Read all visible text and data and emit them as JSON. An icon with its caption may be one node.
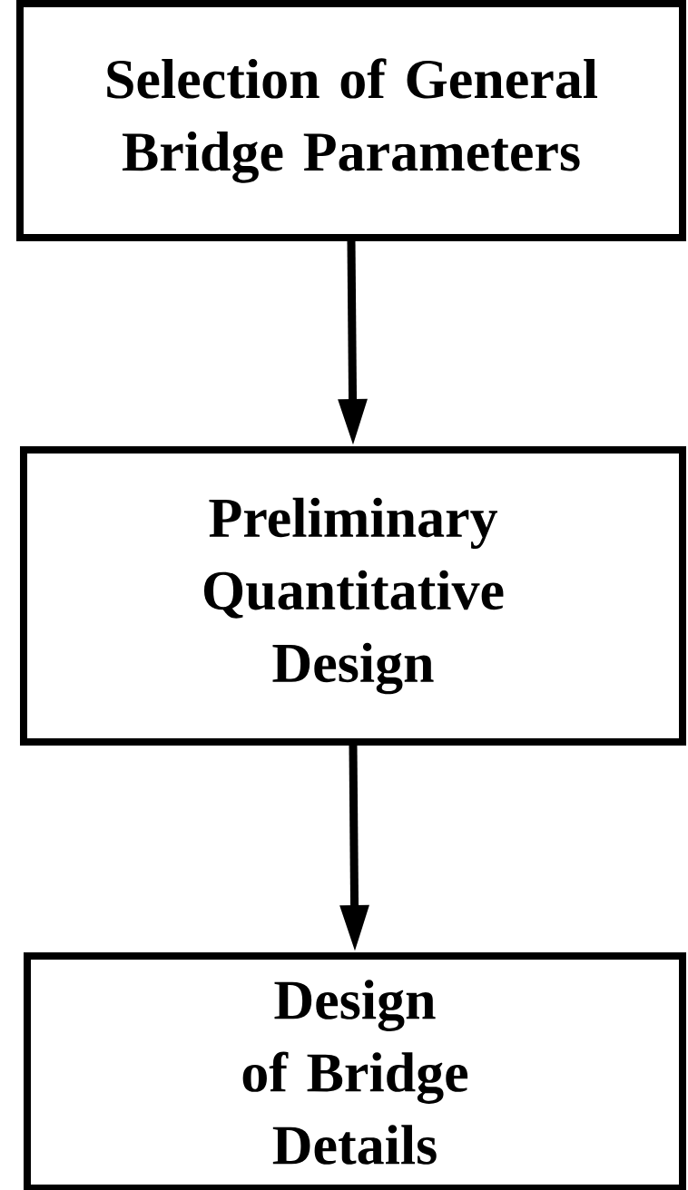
{
  "diagram": {
    "nodes": [
      {
        "text": [
          "Selection of General Bridge Parameters"
        ]
      },
      {
        "text": [
          "Preliminary Quantitative Design"
        ]
      },
      {
        "text": [
          "Design of Bridge Details"
        ]
      }
    ],
    "edges": [
      {
        "from": 0,
        "to": 1,
        "arrow": "to"
      },
      {
        "from": 1,
        "to": 2,
        "arrow": "to"
      }
    ]
  }
}
